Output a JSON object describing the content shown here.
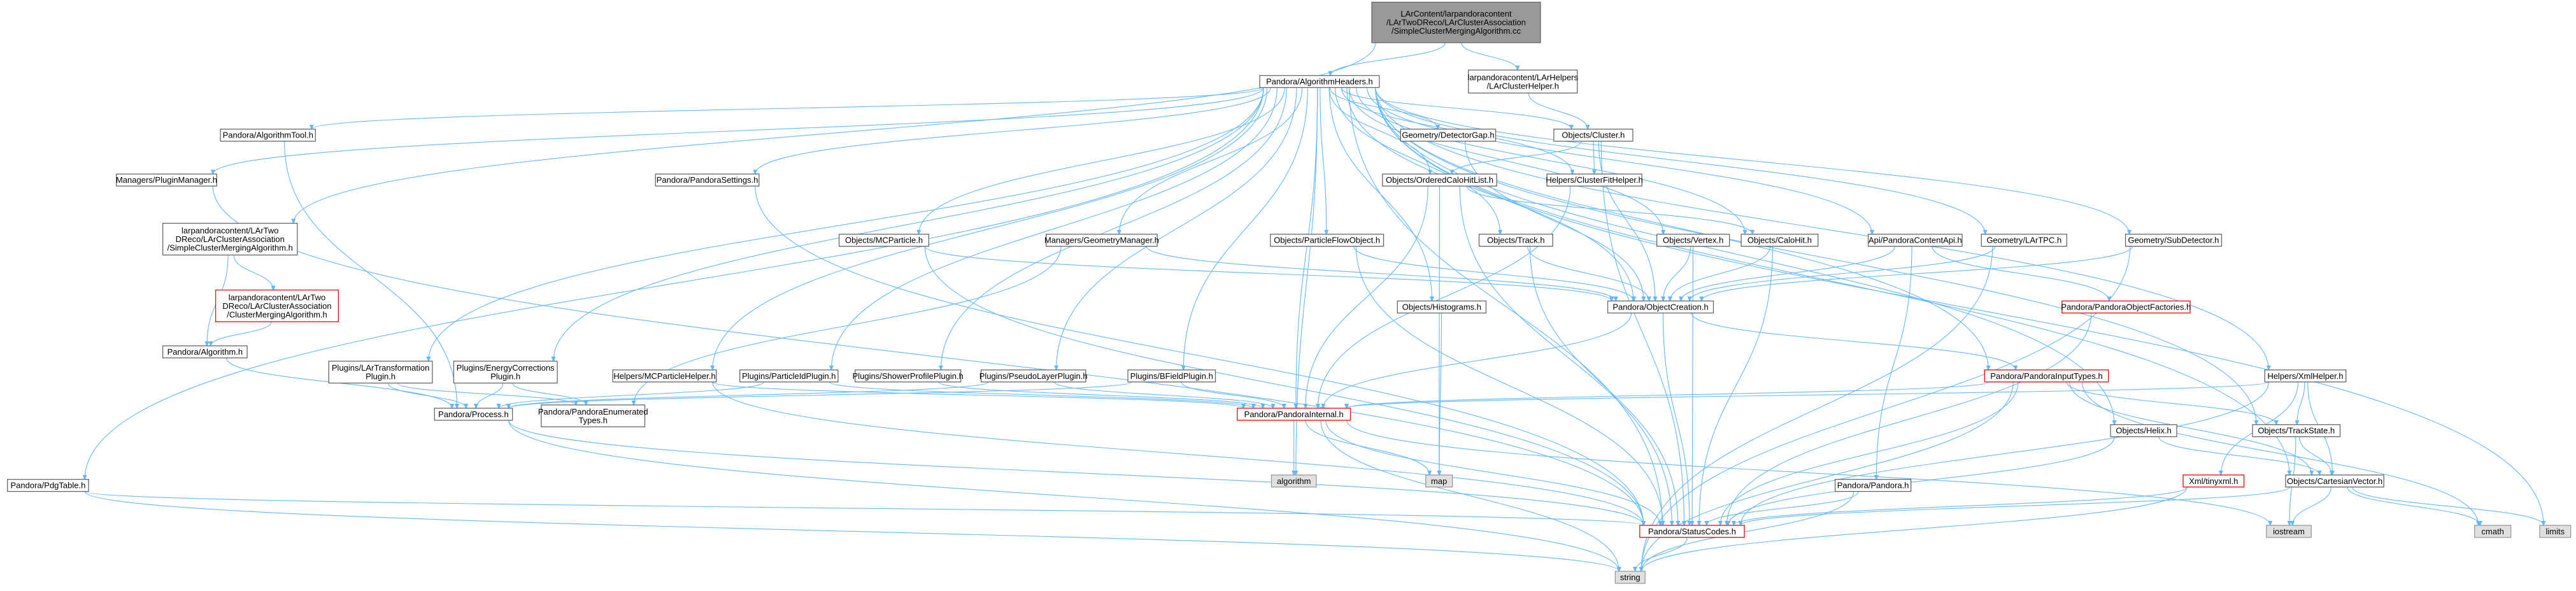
{
  "graph": {
    "colors": {
      "edge": "#63b8ff",
      "edge_dark": "#404040",
      "box_border": "#666666",
      "missing_border": "#ff0000",
      "root_fill": "#999999",
      "system_fill": "#e0e0e0",
      "text": "#000000"
    },
    "nodes": [
      {
        "id": "root",
        "lines": [
          "LArContent/larpandoracontent",
          "/LArTwoDReco/LArClusterAssociation",
          "/SimpleClusterMergingAlgorithm.cc"
        ],
        "kind": "root"
      },
      {
        "id": "algheaders",
        "lines": [
          "Pandora/AlgorithmHeaders.h"
        ],
        "kind": "normal"
      },
      {
        "id": "larclusterhelper",
        "lines": [
          "larpandoracontent/LArHelpers",
          "/LArClusterHelper.h"
        ],
        "kind": "normal"
      },
      {
        "id": "algtool",
        "lines": [
          "Pandora/AlgorithmTool.h"
        ],
        "kind": "normal"
      },
      {
        "id": "pluginmanager",
        "lines": [
          "Managers/PluginManager.h"
        ],
        "kind": "normal"
      },
      {
        "id": "detectorgap",
        "lines": [
          "Geometry/DetectorGap.h"
        ],
        "kind": "normal"
      },
      {
        "id": "cluster",
        "lines": [
          "Objects/Cluster.h"
        ],
        "kind": "normal"
      },
      {
        "id": "settings",
        "lines": [
          "Pandora/PandoraSettings.h"
        ],
        "kind": "normal"
      },
      {
        "id": "orderedcalo",
        "lines": [
          "Objects/OrderedCaloHitList.h"
        ],
        "kind": "normal"
      },
      {
        "id": "clusterfit",
        "lines": [
          "Helpers/ClusterFitHelper.h"
        ],
        "kind": "normal"
      },
      {
        "id": "simplemerge",
        "lines": [
          "larpandoracontent/LArTwo",
          "DReco/LArClusterAssociation",
          "/SimpleClusterMergingAlgorithm.h"
        ],
        "kind": "normal"
      },
      {
        "id": "mcparticle",
        "lines": [
          "Objects/MCParticle.h"
        ],
        "kind": "normal"
      },
      {
        "id": "geommanager",
        "lines": [
          "Managers/GeometryManager.h"
        ],
        "kind": "normal"
      },
      {
        "id": "pfo",
        "lines": [
          "Objects/ParticleFlowObject.h"
        ],
        "kind": "normal"
      },
      {
        "id": "track",
        "lines": [
          "Objects/Track.h"
        ],
        "kind": "normal"
      },
      {
        "id": "vertex",
        "lines": [
          "Objects/Vertex.h"
        ],
        "kind": "normal"
      },
      {
        "id": "calohit",
        "lines": [
          "Objects/CaloHit.h"
        ],
        "kind": "normal"
      },
      {
        "id": "contentapi",
        "lines": [
          "Api/PandoraContentApi.h"
        ],
        "kind": "normal"
      },
      {
        "id": "lartpc",
        "lines": [
          "Geometry/LArTPC.h"
        ],
        "kind": "normal"
      },
      {
        "id": "subdetector",
        "lines": [
          "Geometry/SubDetector.h"
        ],
        "kind": "normal"
      },
      {
        "id": "clustermerge",
        "lines": [
          "larpandoracontent/LArTwo",
          "DReco/LArClusterAssociation",
          "/ClusterMergingAlgorithm.h"
        ],
        "kind": "missing"
      },
      {
        "id": "histograms",
        "lines": [
          "Objects/Histograms.h"
        ],
        "kind": "normal"
      },
      {
        "id": "objcreation",
        "lines": [
          "Pandora/ObjectCreation.h"
        ],
        "kind": "normal"
      },
      {
        "id": "objfactories",
        "lines": [
          "Pandora/PandoraObjectFactories.h"
        ],
        "kind": "missing"
      },
      {
        "id": "algorithm",
        "lines": [
          "Pandora/Algorithm.h"
        ],
        "kind": "normal"
      },
      {
        "id": "lartransform",
        "lines": [
          "Plugins/LArTransformation",
          "Plugin.h"
        ],
        "kind": "normal"
      },
      {
        "id": "energycorr",
        "lines": [
          "Plugins/EnergyCorrections",
          "Plugin.h"
        ],
        "kind": "normal"
      },
      {
        "id": "mcphelper",
        "lines": [
          "Helpers/MCParticleHelper.h"
        ],
        "kind": "normal"
      },
      {
        "id": "pidplugin",
        "lines": [
          "Plugins/ParticleIdPlugin.h"
        ],
        "kind": "normal"
      },
      {
        "id": "showerprofile",
        "lines": [
          "Plugins/ShowerProfilePlugin.h"
        ],
        "kind": "normal"
      },
      {
        "id": "pseudolayer",
        "lines": [
          "Plugins/PseudoLayerPlugin.h"
        ],
        "kind": "normal"
      },
      {
        "id": "bfield",
        "lines": [
          "Plugins/BFieldPlugin.h"
        ],
        "kind": "normal"
      },
      {
        "id": "inputtypes",
        "lines": [
          "Pandora/PandoraInputTypes.h"
        ],
        "kind": "missing"
      },
      {
        "id": "xmlhelper",
        "lines": [
          "Helpers/XmlHelper.h"
        ],
        "kind": "normal"
      },
      {
        "id": "process",
        "lines": [
          "Pandora/Process.h"
        ],
        "kind": "normal"
      },
      {
        "id": "enumtypes",
        "lines": [
          "Pandora/PandoraEnumerated",
          "Types.h"
        ],
        "kind": "normal"
      },
      {
        "id": "internal",
        "lines": [
          "Pandora/PandoraInternal.h"
        ],
        "kind": "missing"
      },
      {
        "id": "trackstate",
        "lines": [
          "Objects/TrackState.h"
        ],
        "kind": "normal"
      },
      {
        "id": "helix",
        "lines": [
          "Objects/Helix.h"
        ],
        "kind": "normal"
      },
      {
        "id": "pdgtable",
        "lines": [
          "Pandora/PdgTable.h"
        ],
        "kind": "normal"
      },
      {
        "id": "algorithmstd",
        "lines": [
          "algorithm"
        ],
        "kind": "system"
      },
      {
        "id": "map",
        "lines": [
          "map"
        ],
        "kind": "system"
      },
      {
        "id": "pandora",
        "lines": [
          "Pandora/Pandora.h"
        ],
        "kind": "normal"
      },
      {
        "id": "tinyxml",
        "lines": [
          "Xml/tinyxml.h"
        ],
        "kind": "missing"
      },
      {
        "id": "cartesian",
        "lines": [
          "Objects/CartesianVector.h"
        ],
        "kind": "normal"
      },
      {
        "id": "statuscodes",
        "lines": [
          "Pandora/StatusCodes.h"
        ],
        "kind": "missing"
      },
      {
        "id": "iostream",
        "lines": [
          "iostream"
        ],
        "kind": "system"
      },
      {
        "id": "cmath",
        "lines": [
          "cmath"
        ],
        "kind": "system"
      },
      {
        "id": "limits",
        "lines": [
          "limits"
        ],
        "kind": "system"
      },
      {
        "id": "string",
        "lines": [
          "string"
        ],
        "kind": "system"
      }
    ],
    "edges": [
      [
        "root",
        "algheaders"
      ],
      [
        "root",
        "larclusterhelper"
      ],
      [
        "root",
        "simplemerge"
      ],
      [
        "larclusterhelper",
        "cluster"
      ],
      [
        "algheaders",
        "algtool"
      ],
      [
        "algheaders",
        "pluginmanager"
      ],
      [
        "algheaders",
        "detectorgap"
      ],
      [
        "algheaders",
        "cluster"
      ],
      [
        "algheaders",
        "settings"
      ],
      [
        "algheaders",
        "orderedcalo"
      ],
      [
        "algheaders",
        "mcparticle"
      ],
      [
        "algheaders",
        "geommanager"
      ],
      [
        "algheaders",
        "pfo"
      ],
      [
        "algheaders",
        "track"
      ],
      [
        "algheaders",
        "vertex"
      ],
      [
        "algheaders",
        "calohit"
      ],
      [
        "algheaders",
        "contentapi"
      ],
      [
        "algheaders",
        "lartpc"
      ],
      [
        "algheaders",
        "subdetector"
      ],
      [
        "algheaders",
        "histograms"
      ],
      [
        "algheaders",
        "lartransform"
      ],
      [
        "algheaders",
        "energycorr"
      ],
      [
        "algheaders",
        "mcphelper"
      ],
      [
        "algheaders",
        "pidplugin"
      ],
      [
        "algheaders",
        "showerprofile"
      ],
      [
        "algheaders",
        "pseudolayer"
      ],
      [
        "algheaders",
        "bfield"
      ],
      [
        "algheaders",
        "inputtypes"
      ],
      [
        "algheaders",
        "xmlhelper"
      ],
      [
        "algheaders",
        "internal"
      ],
      [
        "algheaders",
        "trackstate"
      ],
      [
        "algheaders",
        "helix"
      ],
      [
        "algheaders",
        "pdgtable"
      ],
      [
        "algheaders",
        "algorithmstd"
      ],
      [
        "algheaders",
        "objcreation"
      ],
      [
        "algheaders",
        "cartesian"
      ],
      [
        "algheaders",
        "statuscodes"
      ],
      [
        "algheaders",
        "limits"
      ],
      [
        "algheaders",
        "clusterfit"
      ],
      [
        "algtool",
        "process"
      ],
      [
        "pluginmanager",
        "statuscodes"
      ],
      [
        "detectorgap",
        "objcreation"
      ],
      [
        "cluster",
        "clusterfit"
      ],
      [
        "cluster",
        "orderedcalo"
      ],
      [
        "cluster",
        "objcreation"
      ],
      [
        "cluster",
        "statuscodes"
      ],
      [
        "settings",
        "statuscodes"
      ],
      [
        "orderedcalo",
        "calohit"
      ],
      [
        "orderedcalo",
        "internal"
      ],
      [
        "orderedcalo",
        "statuscodes"
      ],
      [
        "orderedcalo",
        "map"
      ],
      [
        "clusterfit",
        "internal"
      ],
      [
        "simplemerge",
        "clustermerge"
      ],
      [
        "simplemerge",
        "algorithm"
      ],
      [
        "clustermerge",
        "algorithm"
      ],
      [
        "mcparticle",
        "objcreation"
      ],
      [
        "mcparticle",
        "statuscodes"
      ],
      [
        "geommanager",
        "objcreation"
      ],
      [
        "geommanager",
        "enumtypes"
      ],
      [
        "pfo",
        "objcreation"
      ],
      [
        "pfo",
        "statuscodes"
      ],
      [
        "track",
        "objcreation"
      ],
      [
        "track",
        "statuscodes"
      ],
      [
        "vertex",
        "objcreation"
      ],
      [
        "vertex",
        "statuscodes"
      ],
      [
        "calohit",
        "objcreation"
      ],
      [
        "calohit",
        "statuscodes"
      ],
      [
        "contentapi",
        "objcreation"
      ],
      [
        "contentapi",
        "objfactories"
      ],
      [
        "contentapi",
        "pandora"
      ],
      [
        "lartpc",
        "objcreation"
      ],
      [
        "lartpc",
        "string"
      ],
      [
        "subdetector",
        "objcreation"
      ],
      [
        "subdetector",
        "string"
      ],
      [
        "histograms",
        "map"
      ],
      [
        "objcreation",
        "inputtypes"
      ],
      [
        "objcreation",
        "internal"
      ],
      [
        "objcreation",
        "statuscodes"
      ],
      [
        "objfactories",
        "statuscodes"
      ],
      [
        "algorithm",
        "process"
      ],
      [
        "lartransform",
        "process"
      ],
      [
        "lartransform",
        "enumtypes"
      ],
      [
        "energycorr",
        "process"
      ],
      [
        "energycorr",
        "enumtypes"
      ],
      [
        "mcphelper",
        "internal"
      ],
      [
        "mcphelper",
        "statuscodes"
      ],
      [
        "pidplugin",
        "process"
      ],
      [
        "pidplugin",
        "internal"
      ],
      [
        "showerprofile",
        "internal"
      ],
      [
        "pseudolayer",
        "process"
      ],
      [
        "pseudolayer",
        "internal"
      ],
      [
        "bfield",
        "process"
      ],
      [
        "bfield",
        "internal"
      ],
      [
        "inputtypes",
        "internal"
      ],
      [
        "inputtypes",
        "trackstate"
      ],
      [
        "inputtypes",
        "cartesian"
      ],
      [
        "inputtypes",
        "statuscodes"
      ],
      [
        "inputtypes",
        "string"
      ],
      [
        "inputtypes",
        "cmath"
      ],
      [
        "xmlhelper",
        "internal"
      ],
      [
        "xmlhelper",
        "tinyxml"
      ],
      [
        "xmlhelper",
        "cartesian"
      ],
      [
        "xmlhelper",
        "trackstate"
      ],
      [
        "xmlhelper",
        "statuscodes"
      ],
      [
        "process",
        "statuscodes"
      ],
      [
        "process",
        "string"
      ],
      [
        "internal",
        "statuscodes"
      ],
      [
        "internal",
        "algorithmstd"
      ],
      [
        "internal",
        "map"
      ],
      [
        "internal",
        "string"
      ],
      [
        "internal",
        "iostream"
      ],
      [
        "trackstate",
        "cartesian"
      ],
      [
        "trackstate",
        "iostream"
      ],
      [
        "helix",
        "cartesian"
      ],
      [
        "helix",
        "statuscodes"
      ],
      [
        "pdgtable",
        "statuscodes"
      ],
      [
        "pdgtable",
        "string"
      ],
      [
        "pandora",
        "statuscodes"
      ],
      [
        "pandora",
        "string"
      ],
      [
        "tinyxml",
        "statuscodes"
      ],
      [
        "tinyxml",
        "string"
      ],
      [
        "cartesian",
        "statuscodes"
      ],
      [
        "cartesian",
        "iostream"
      ],
      [
        "cartesian",
        "cmath"
      ],
      [
        "cartesian",
        "limits"
      ],
      [
        "statuscodes",
        "string"
      ]
    ]
  }
}
